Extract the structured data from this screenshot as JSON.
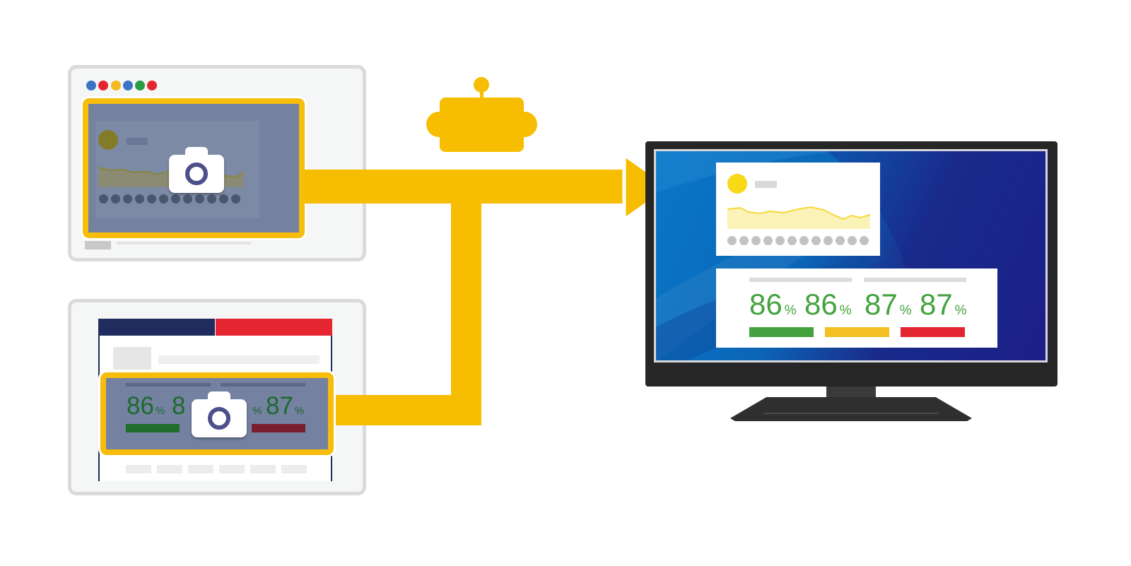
{
  "dashboard": {
    "metrics": [
      {
        "value": "86",
        "unit": "%",
        "status_color": "#44a23e"
      },
      {
        "value": "86",
        "unit": "%",
        "status_color": "#f3c021"
      },
      {
        "value": "87",
        "unit": "%",
        "status_color": "#e32531"
      },
      {
        "value": "87",
        "unit": "%",
        "status_color": ""
      }
    ],
    "accent_color": "#f7bd00"
  },
  "source_window_top": {
    "browser_dot_colors": [
      "#3d73c4",
      "#e52530",
      "#f5b820",
      "#3d73c4",
      "#2a9a44",
      "#e52530"
    ]
  },
  "source_window_bottom": {
    "header_colors": [
      "#212c5e",
      "#e52530"
    ],
    "metrics": [
      "86",
      "8",
      "87"
    ]
  },
  "icons": {
    "capture": "camera-icon",
    "bot": "robot-icon",
    "display": "monitor-icon"
  }
}
